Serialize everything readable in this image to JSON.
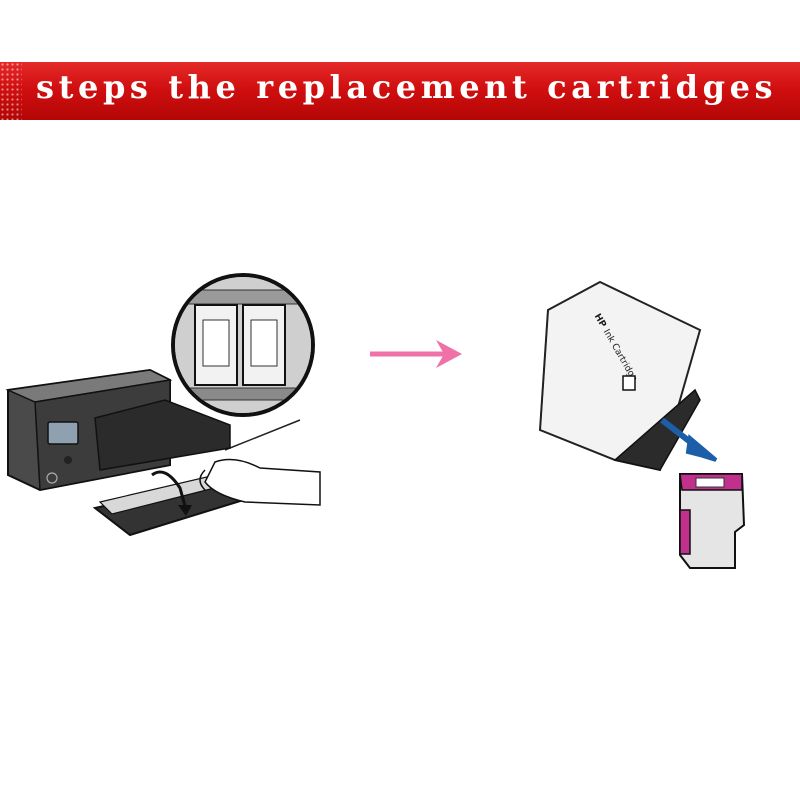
{
  "banner": {
    "title": "steps the replacement cartridges",
    "color": "#d10f10"
  },
  "package": {
    "brand": "HP",
    "label": "Ink Cartridge"
  },
  "colors": {
    "arrow_pink": "#f070a8",
    "arrow_blue": "#1c5fa8",
    "cartridge_magenta": "#c0308c"
  },
  "icons": [
    "printer-illustration",
    "right-arrow-icon",
    "ink-cartridge-illustration",
    "down-right-arrow-icon"
  ]
}
